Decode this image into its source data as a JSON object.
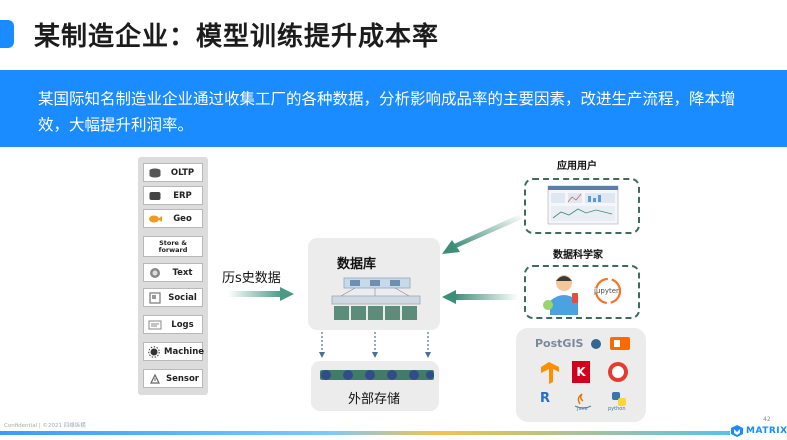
{
  "header": {
    "title": "某制造企业：模型训练提升成本率"
  },
  "banner": {
    "text": "某国际知名制造业企业通过收集工厂的各种数据，分析影响成品率的主要因素，改进生产流程，降本增效，大幅提升利润率。"
  },
  "sources": [
    {
      "label": "OLTP",
      "icon": "database-icon"
    },
    {
      "label": "ERP",
      "icon": "database-icon"
    },
    {
      "label": "Geo",
      "icon": "location-icon"
    },
    {
      "label": "Store & forward",
      "icon": "store-icon"
    },
    {
      "label": "Text",
      "icon": "text-bubble-icon"
    },
    {
      "label": "Social",
      "icon": "social-icon"
    },
    {
      "label": "Logs",
      "icon": "logs-icon"
    },
    {
      "label": "Machine",
      "icon": "machine-icon"
    },
    {
      "label": "Sensor",
      "icon": "sensor-icon"
    }
  ],
  "flow": {
    "history_label": "历s史数据",
    "database_label": "数据库",
    "external_storage_label": "外部存储"
  },
  "roles": {
    "app_users_label": "应用用户",
    "data_scientist_label": "数据科学家",
    "jupyter_label": "jupyter"
  },
  "tools": {
    "postgis": "PostGIS",
    "k_letter": "K",
    "r_letter": "R",
    "java_label": "Java",
    "python_label": "python"
  },
  "footer": {
    "left_text": "Confidential  |  ©2021 四维纵横",
    "page_number": "42",
    "brand": "MATRIX"
  },
  "colors": {
    "accent": "#1a8cff",
    "dashed_border": "#3e6b5a",
    "panel_gray": "#ececec"
  }
}
